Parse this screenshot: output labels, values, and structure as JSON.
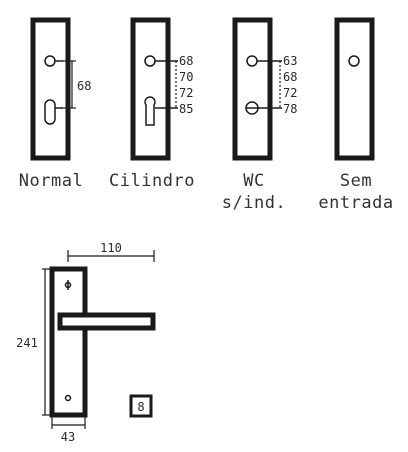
{
  "variants": [
    {
      "id": "normal",
      "caption_lines": [
        "Normal"
      ],
      "dims": [
        "68"
      ]
    },
    {
      "id": "cilindro",
      "caption_lines": [
        "Cilindro"
      ],
      "dims": [
        "68",
        "70",
        "72",
        "85"
      ]
    },
    {
      "id": "wc",
      "caption_lines": [
        "WC",
        "s/ind."
      ],
      "dims": [
        "63",
        "68",
        "72",
        "78"
      ]
    },
    {
      "id": "sem-entrada",
      "caption_lines": [
        "Sem",
        "entrada"
      ],
      "dims": []
    }
  ],
  "handle": {
    "width_label": "110",
    "height_label": "241",
    "plate_width_label": "43",
    "badge": "8"
  }
}
